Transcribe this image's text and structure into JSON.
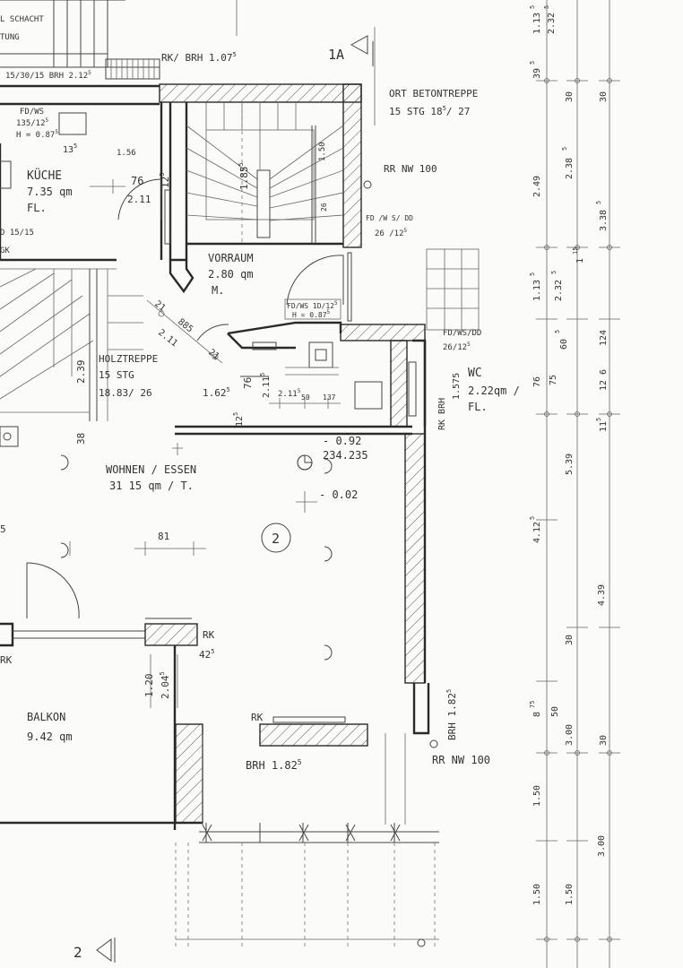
{
  "labels": {
    "top_left_1": "L SCHACHT",
    "top_left_2": "TUNG",
    "top_dims": "15/30/15 BRH 2.12",
    "top_dims_sup": "5",
    "top_brh": "RK/ BRH 1.07",
    "top_brh_sup": "5",
    "section_1a": "1A",
    "section_2": "2",
    "stair_ort_1": "ORT BETONTREPPE",
    "stair_ort_2": "15 STG 18",
    "stair_ort_2_sup": "5",
    "stair_ort_2b": "/ 27",
    "rr_nw_top": "RR NW 100",
    "fd_ws_dd_top": "FD /W S/ DD",
    "fd_ws_dd_top_2": "26 /12",
    "fd_ws_dd_top_2_sup": "5",
    "fd_ws_left_1": "FD/WS",
    "fd_ws_left_2": "135/12",
    "fd_ws_left_2_sup": "5",
    "fd_ws_left_3": "H = 0.87",
    "fd_ws_left_3_sup": "5",
    "kuche_1": "KÜCHE",
    "kuche_2": "7.35 qm",
    "kuche_3": "FL.",
    "d_15_15": "D  15/15",
    "gk": "GK",
    "dim_135": "13",
    "dim_135_sup": "5",
    "dim_156": "1.56",
    "dim_76": "76",
    "dim_211": "2.11",
    "dim_125": "12",
    "dim_125_sup": "5",
    "dim_1855": "1.85",
    "dim_1855_sup": "5",
    "dim_150v": "1.50",
    "dim_26": "26",
    "vorraum_1": "VORRAUM",
    "vorraum_2": "2.80 qm",
    "vorraum_3": "M.",
    "fd_ws_mid_1": "FD/WS  1D/12",
    "fd_ws_mid_1_sup": "5",
    "fd_ws_mid_2": "H = 0.87",
    "fd_ws_mid_2_sup": "5",
    "diag_21": "21",
    "diag_885": "885",
    "diag_211": "2.11",
    "diag_21b": "21",
    "holztreppe_1": "HOLZTREPPE",
    "holztreppe_2": "15  STG",
    "holztreppe_3": "18.83/ 26",
    "dim_239": "2.39",
    "dim_1625": "1.62",
    "dim_1625_sup": "5",
    "dim_76b": "76",
    "dim_2115a": "2.11",
    "dim_2115a_sup": "5",
    "dim_2115b": "2.11",
    "dim_2115b_sup": "5",
    "dim_50": "50",
    "dim_137": "137",
    "dim_1255": "12",
    "dim_1255_sup": "5",
    "dim_38": "38",
    "fd_ws_dd_right_1": "FD/WS/DD",
    "fd_ws_dd_right_2": "26/12",
    "fd_ws_dd_right_2_sup": "5",
    "dim_1575": "1.575",
    "wc_1": "WC",
    "wc_2": "2.22qm /",
    "wc_3": "FL.",
    "rk_brh": "RK  BRH",
    "level_092": "- 0.92",
    "level_234": "234.235",
    "level_002": "- 0.02",
    "wohnen_1": "WOHNEN / ESSEN",
    "wohnen_2": "31 15  qm / T.",
    "dim_81": "81",
    "dim_5": "5",
    "rk_left": "RK",
    "rk_mid": "RK",
    "dim_425": "42",
    "dim_425_sup": "5",
    "dim_120": "1.20",
    "dim_2045": "2.04",
    "dim_2045_sup": "5",
    "balkon_1": "BALKON",
    "balkon_2": "9.42 qm",
    "rk_lower": "RK",
    "brh_1825": "BRH 1.82",
    "brh_1825_sup": "5",
    "brh_1825_v": "BRH  1.82",
    "brh_1825_v_sup": "5",
    "rr_nw_bottom": "RR NW 100"
  },
  "dimensions_right": {
    "c1": [
      "1.13",
      "5",
      "39",
      "5",
      "2.49",
      "1.13",
      "5",
      "76",
      "5.39",
      "4.12",
      "5",
      "8",
      "75",
      "1.50",
      "1.50"
    ],
    "c2": [
      "2.32",
      "5",
      "30",
      "2.38",
      "5",
      "2.32",
      "5",
      "60",
      "5",
      "75",
      "50",
      "3.00",
      "1.50"
    ],
    "c3": [
      "1",
      "15",
      "3.38",
      "5",
      "30",
      "124",
      "12 6",
      "11",
      "5",
      "4.39",
      "30",
      "30",
      "3.00"
    ]
  }
}
